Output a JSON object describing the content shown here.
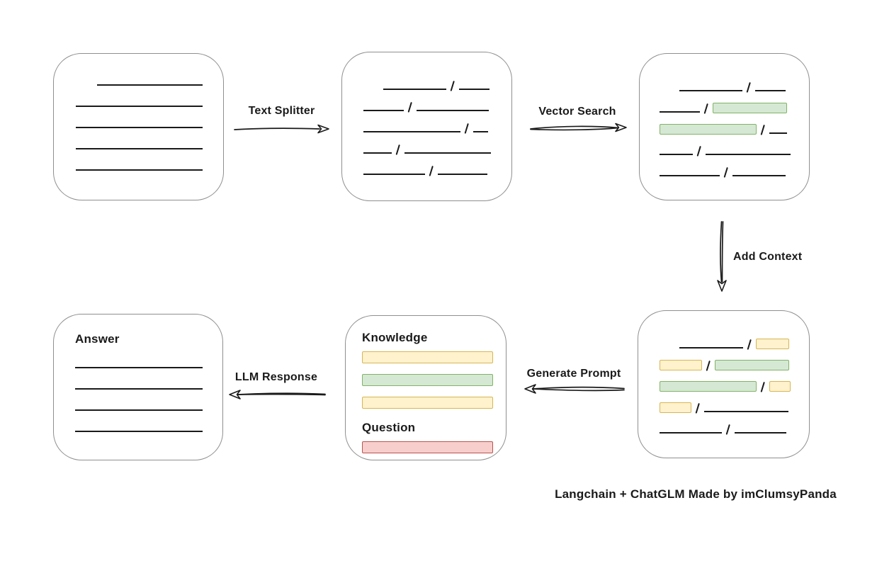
{
  "caption": "Langchain + ChatGLM Made by imClumsyPanda",
  "colors": {
    "green_fill": "#d5e8d4",
    "green_border": "#82b366",
    "yellow_fill": "#fff2cc",
    "yellow_border": "#d6b656",
    "red_fill": "#f8cecc",
    "red_border": "#b85450",
    "box_border": "#8f8f8f",
    "ink": "#1a1a1a"
  },
  "arrows": {
    "text_splitter": {
      "label": "Text Splitter",
      "direction": "right"
    },
    "vector_search": {
      "label": "Vector Search",
      "direction": "right"
    },
    "add_context": {
      "label": "Add Context",
      "direction": "down"
    },
    "generate_prompt": {
      "label": "Generate Prompt",
      "direction": "left"
    },
    "llm_response": {
      "label": "LLM Response",
      "direction": "left"
    }
  },
  "doc_box": {
    "rows": [
      [
        {
          "t": "gap",
          "w": 30
        },
        {
          "t": "line",
          "w": 149
        }
      ],
      [
        {
          "t": "line",
          "w": 179
        }
      ],
      [
        {
          "t": "line",
          "w": 179
        }
      ],
      [
        {
          "t": "line",
          "w": 179
        }
      ],
      [
        {
          "t": "line",
          "w": 179
        }
      ]
    ]
  },
  "chunk_box": {
    "rows": [
      [
        {
          "t": "gap",
          "w": 28
        },
        {
          "t": "line",
          "w": 89
        },
        {
          "t": "slash"
        },
        {
          "t": "line",
          "w": 43
        }
      ],
      [
        {
          "t": "line",
          "w": 57
        },
        {
          "t": "slash"
        },
        {
          "t": "line",
          "w": 102
        }
      ],
      [
        {
          "t": "line",
          "w": 137
        },
        {
          "t": "slash"
        },
        {
          "t": "line",
          "w": 21
        }
      ],
      [
        {
          "t": "line",
          "w": 40
        },
        {
          "t": "slash"
        },
        {
          "t": "line",
          "w": 122
        }
      ],
      [
        {
          "t": "line",
          "w": 87
        },
        {
          "t": "slash"
        },
        {
          "t": "line",
          "w": 70
        }
      ]
    ]
  },
  "search_box": {
    "rows": [
      [
        {
          "t": "gap",
          "w": 28
        },
        {
          "t": "line",
          "w": 89
        },
        {
          "t": "slash"
        },
        {
          "t": "line",
          "w": 43
        }
      ],
      [
        {
          "t": "line",
          "w": 57
        },
        {
          "t": "slash"
        },
        {
          "t": "green",
          "w": 105
        }
      ],
      [
        {
          "t": "green",
          "w": 137
        },
        {
          "t": "slash"
        },
        {
          "t": "line",
          "w": 25
        }
      ],
      [
        {
          "t": "line",
          "w": 47
        },
        {
          "t": "slash"
        },
        {
          "t": "line",
          "w": 120
        }
      ],
      [
        {
          "t": "line",
          "w": 85
        },
        {
          "t": "slash"
        },
        {
          "t": "line",
          "w": 75
        }
      ]
    ]
  },
  "context_box": {
    "rows": [
      [
        {
          "t": "gap",
          "w": 28
        },
        {
          "t": "line",
          "w": 90
        },
        {
          "t": "slash"
        },
        {
          "t": "yellow",
          "w": 47
        }
      ],
      [
        {
          "t": "yellow",
          "w": 60
        },
        {
          "t": "slash"
        },
        {
          "t": "green",
          "w": 105
        }
      ],
      [
        {
          "t": "green",
          "w": 137
        },
        {
          "t": "slash"
        },
        {
          "t": "yellow",
          "w": 30
        }
      ],
      [
        {
          "t": "yellow",
          "w": 45
        },
        {
          "t": "slash"
        },
        {
          "t": "line",
          "w": 119
        }
      ],
      [
        {
          "t": "line",
          "w": 88
        },
        {
          "t": "slash"
        },
        {
          "t": "line",
          "w": 73
        }
      ]
    ]
  },
  "prompt_box": {
    "knowledge_label": "Knowledge",
    "question_label": "Question",
    "knowledge_bars": [
      "yellow",
      "green",
      "yellow"
    ],
    "question_bars": [
      "red"
    ]
  },
  "answer_box": {
    "label": "Answer",
    "line_count": 4
  }
}
